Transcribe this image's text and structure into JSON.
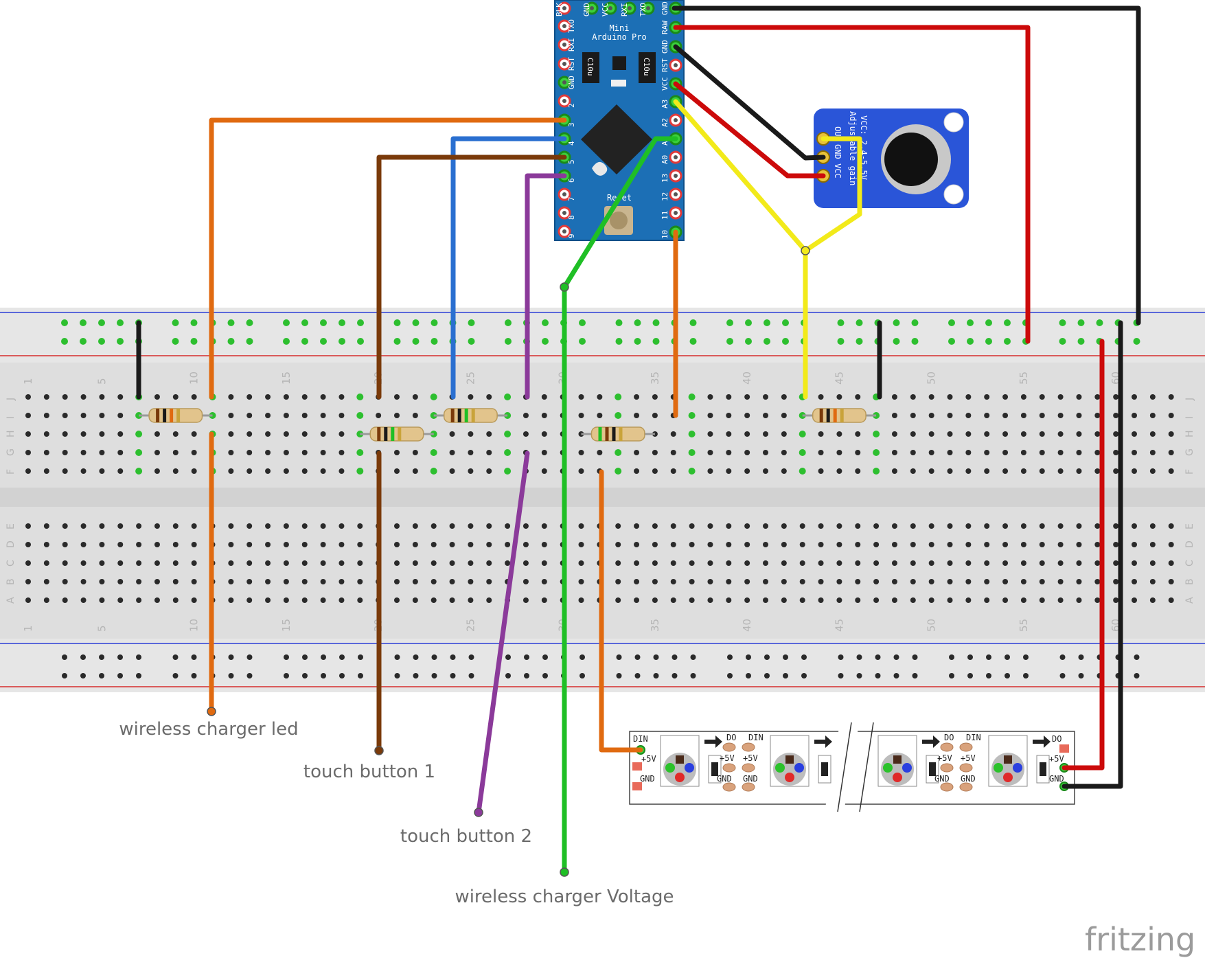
{
  "arduino": {
    "title_line1": "Mini",
    "title_line2": "Arduino Pro",
    "top_pins": [
      "BLK",
      "GND",
      "VCC",
      "RXI",
      "TXO"
    ],
    "left_pins": [
      "TXO",
      "RXI",
      "RST",
      "GND",
      "2",
      "3",
      "4",
      "5",
      "6",
      "7",
      "8",
      "9"
    ],
    "right_pins": [
      "GND",
      "RAW",
      "GND",
      "RST",
      "VCC",
      "A3",
      "A2",
      "A1",
      "A0",
      "13",
      "12",
      "11",
      "10"
    ],
    "cap1": "C10u",
    "cap2": "C10u",
    "reset": "Reset"
  },
  "mic": {
    "line1": "VCC: 2.4-5.5V",
    "line2": "Adjustable gain",
    "pins": [
      "OUT",
      "GND",
      "VCC"
    ]
  },
  "breadboard": {
    "column_numbers": [
      "1",
      "5",
      "10",
      "15",
      "20",
      "25",
      "30",
      "35",
      "40",
      "45",
      "50",
      "55",
      "60"
    ],
    "top_rows": [
      "J",
      "I",
      "H",
      "G",
      "F"
    ],
    "bottom_rows": [
      "E",
      "D",
      "C",
      "B",
      "A"
    ]
  },
  "strip": {
    "din": "DIN",
    "do": "DO",
    "v5": "+5V",
    "gnd": "GND"
  },
  "labels": {
    "charger_led": "wireless charger led",
    "touch1": "touch button 1",
    "touch2": "touch button 2",
    "charger_voltage": "wireless charger Voltage"
  },
  "brand": "fritzing",
  "colors": {
    "orange": "#e06a10",
    "brown": "#7a3a0a",
    "blue": "#2a6fd0",
    "purple": "#8b3a9a",
    "green": "#1fbf25",
    "yellow": "#f2ea1a",
    "red": "#cc0a0a",
    "black": "#1a1a1a",
    "arduino_blue": "#1c6fb5",
    "mic_blue": "#2a55d8",
    "breadboard": "#dcdcdc"
  }
}
